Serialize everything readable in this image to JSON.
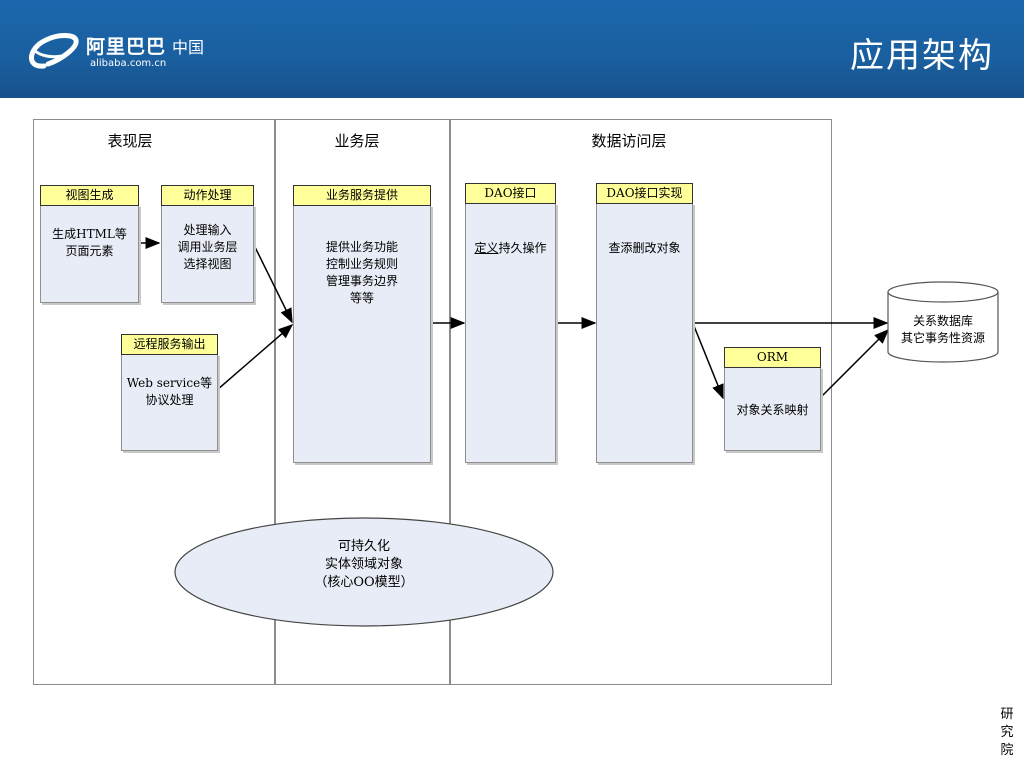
{
  "header": {
    "logo_cn": "阿里巴巴",
    "logo_cn2": "中国",
    "logo_url": "alibaba.com.cn",
    "title": "应用架构"
  },
  "layers": {
    "presentation": "表现层",
    "business": "业务层",
    "data_access": "数据访问层"
  },
  "boxes": {
    "view_gen": {
      "tag": "视图生成",
      "body": [
        "生成HTML等",
        "页面元素"
      ]
    },
    "action": {
      "tag": "动作处理",
      "body": [
        "处理输入",
        "调用业务层",
        "选择视图"
      ]
    },
    "remote": {
      "tag": "远程服务输出",
      "body": [
        "Web service等",
        "协议处理"
      ]
    },
    "biz_service": {
      "tag": "业务服务提供",
      "body": [
        "提供业务功能",
        "控制业务规则",
        "管理事务边界",
        "等等"
      ]
    },
    "dao_if": {
      "tag": "DAO接口",
      "body_underlined": "定义",
      "body_rest": "持久操作"
    },
    "dao_impl": {
      "tag": "DAO接口实现",
      "body": [
        "查添删改对象"
      ]
    },
    "orm": {
      "tag": "ORM",
      "body": [
        "对象关系映射"
      ]
    }
  },
  "database": {
    "line1": "关系数据库",
    "line2": "其它事务性资源"
  },
  "domain_object": {
    "line1": "可持久化",
    "line2": "实体领域对象",
    "line3": "（核心OO模型）"
  },
  "side_label": [
    "研",
    "究",
    "院"
  ]
}
